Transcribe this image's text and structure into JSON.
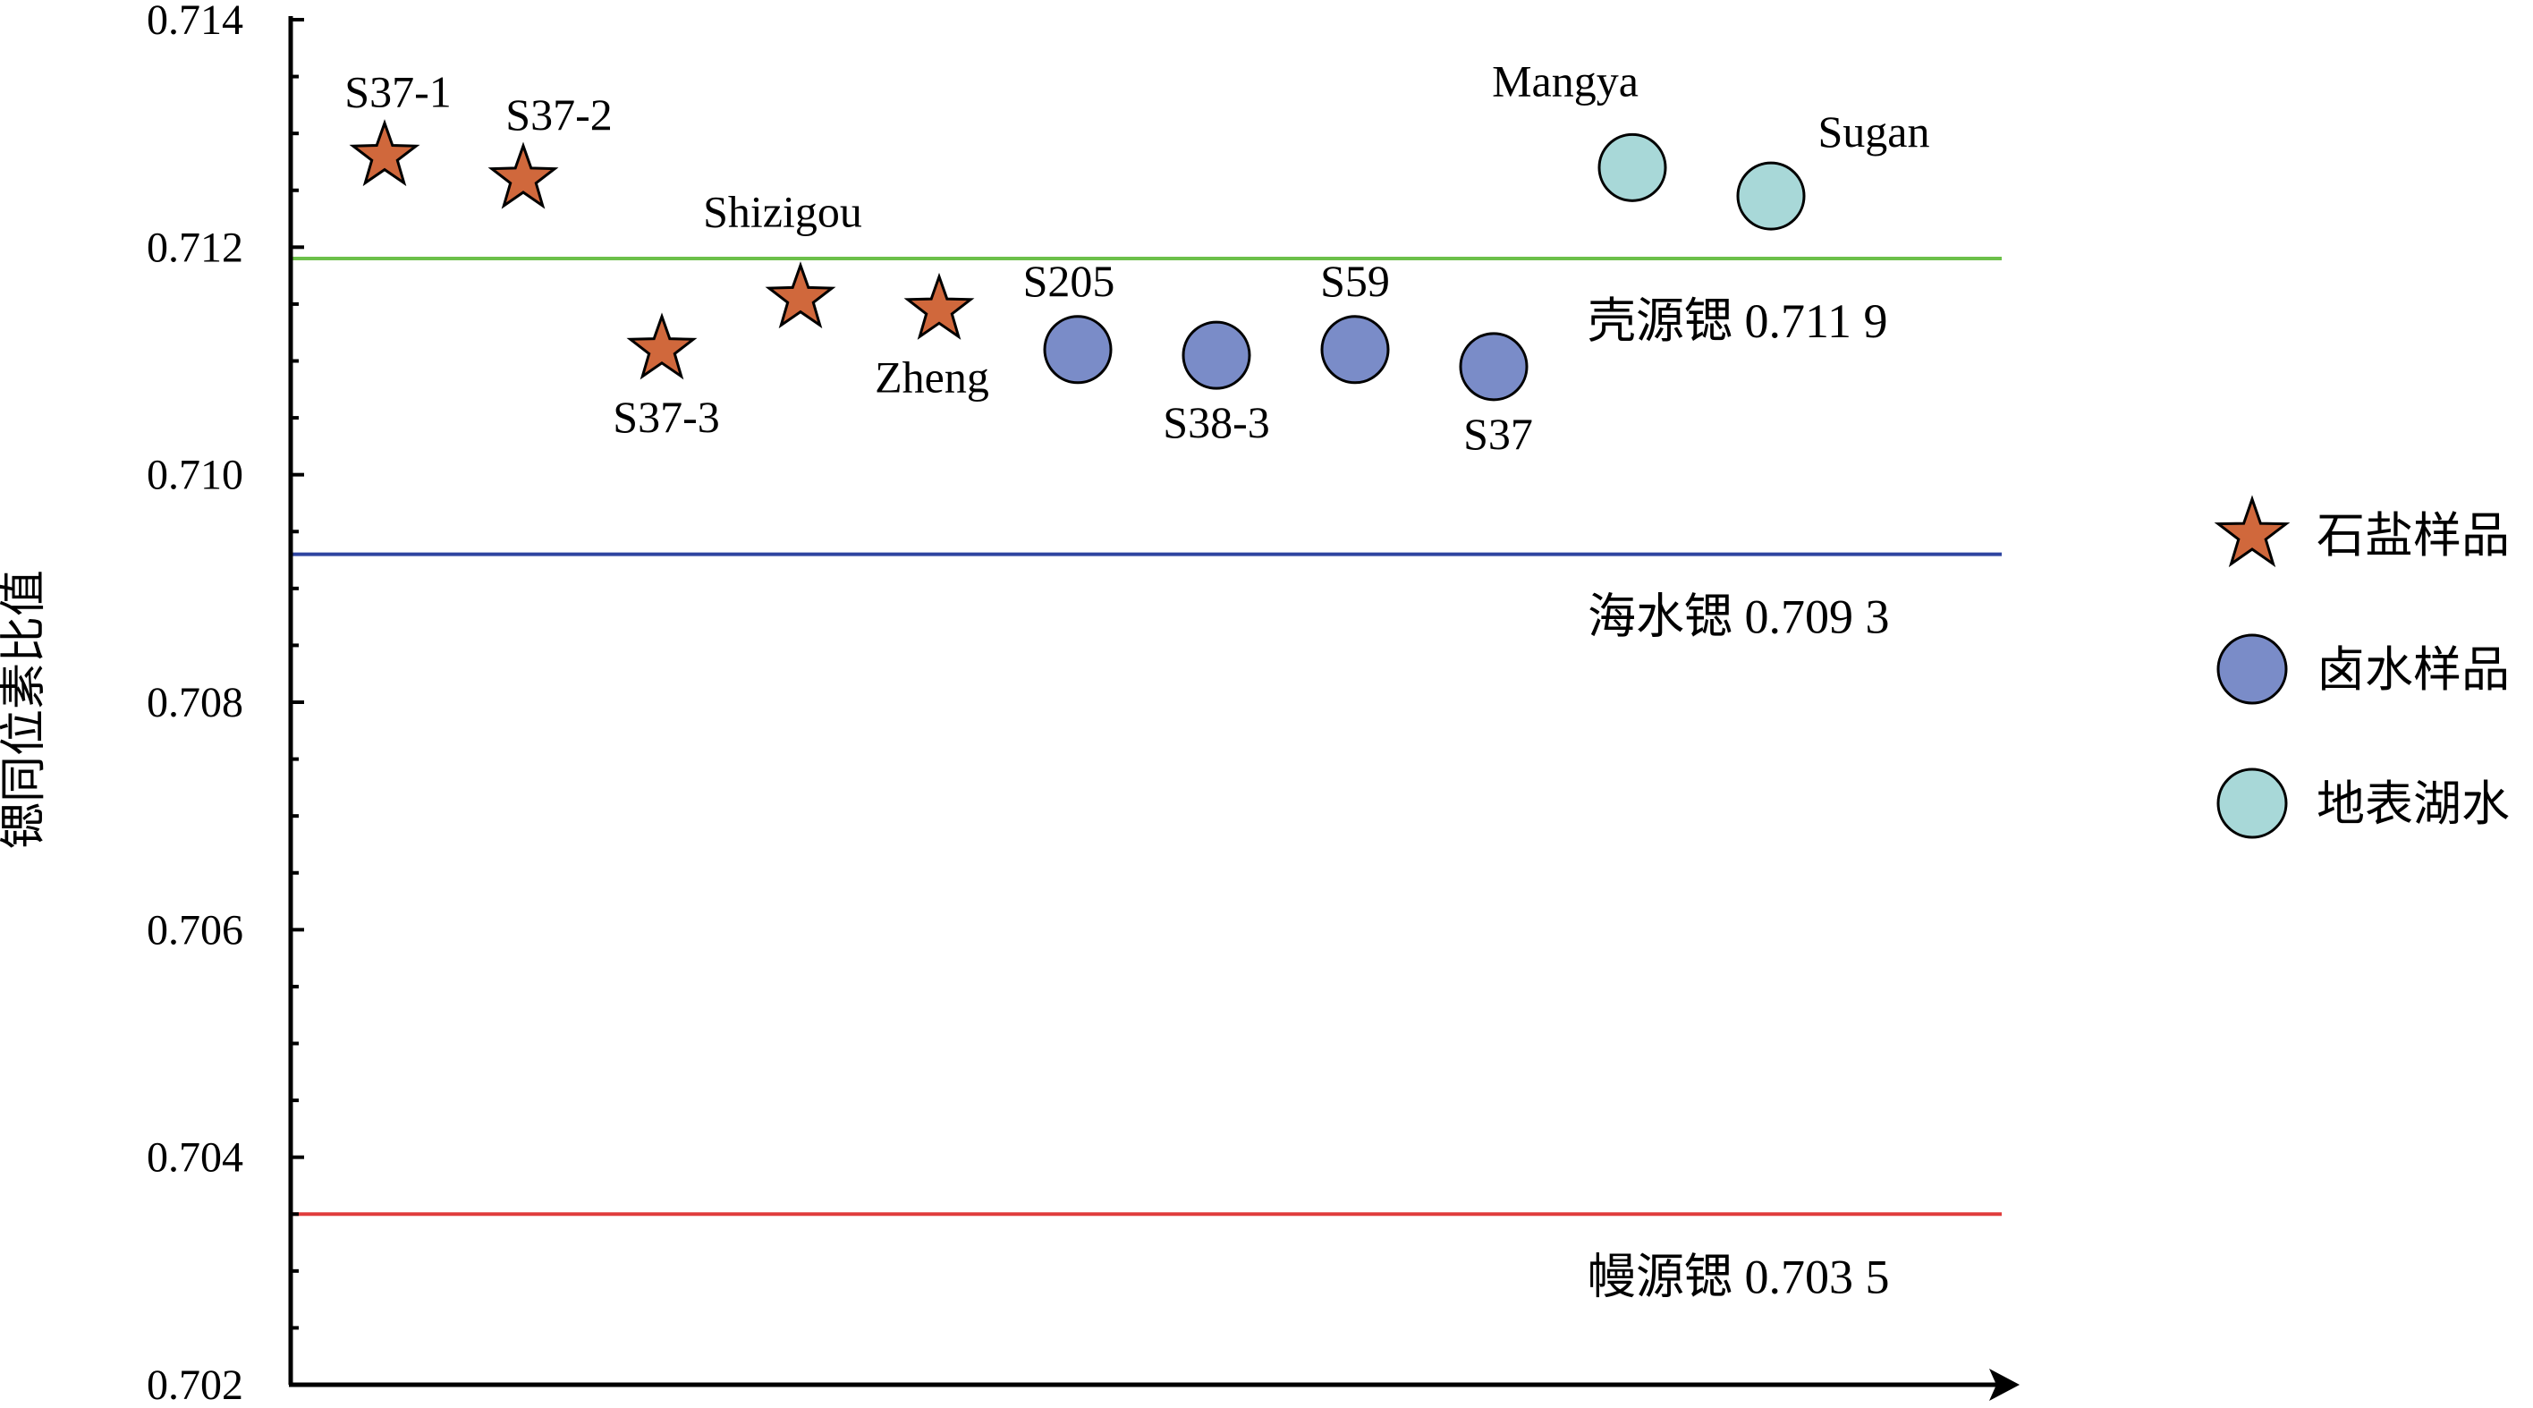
{
  "chart_data": {
    "type": "scatter",
    "title": "",
    "xlabel": "",
    "ylabel": "锶同位素比值",
    "ylim": [
      0.702,
      0.714
    ],
    "y_ticks": [
      "0.714",
      "0.712",
      "0.710",
      "0.708",
      "0.706",
      "0.704",
      "0.702"
    ],
    "y_tick_values": [
      0.714,
      0.712,
      0.71,
      0.708,
      0.706,
      0.704,
      0.702
    ],
    "grid": false,
    "legend_position": "right",
    "series": [
      {
        "name": "石盐样品",
        "marker": "star",
        "color": "#d0683c",
        "points": [
          {
            "label": "S37-1",
            "index": 1,
            "y": 0.7128
          },
          {
            "label": "S37-2",
            "index": 2,
            "y": 0.7126
          },
          {
            "label": "S37-3",
            "index": 3,
            "y": 0.7111
          },
          {
            "label": "Shizigou",
            "index": 4,
            "y": 0.71155
          },
          {
            "label": "Zheng",
            "index": 5,
            "y": 0.71145
          }
        ]
      },
      {
        "name": "卤水样品",
        "marker": "circle",
        "color": "#7a8cc8",
        "points": [
          {
            "label": "S205",
            "index": 6,
            "y": 0.7111
          },
          {
            "label": "S38-3",
            "index": 7,
            "y": 0.71105
          },
          {
            "label": "S59",
            "index": 8,
            "y": 0.7111
          },
          {
            "label": "S37",
            "index": 9,
            "y": 0.71095
          }
        ]
      },
      {
        "name": "地表湖水",
        "marker": "circle",
        "color": "#a8d8d8",
        "points": [
          {
            "label": "Mangya",
            "index": 10,
            "y": 0.7127
          },
          {
            "label": "Sugan",
            "index": 11,
            "y": 0.71245
          }
        ]
      }
    ],
    "reference_lines": [
      {
        "label": "壳源锶 0.711 9",
        "y": 0.7119,
        "color": "#6cc04a"
      },
      {
        "label": "海水锶 0.709 3",
        "y": 0.7093,
        "color": "#2e44a0"
      },
      {
        "label": "幔源锶 0.703 5",
        "y": 0.7035,
        "color": "#e03c3c"
      }
    ]
  }
}
